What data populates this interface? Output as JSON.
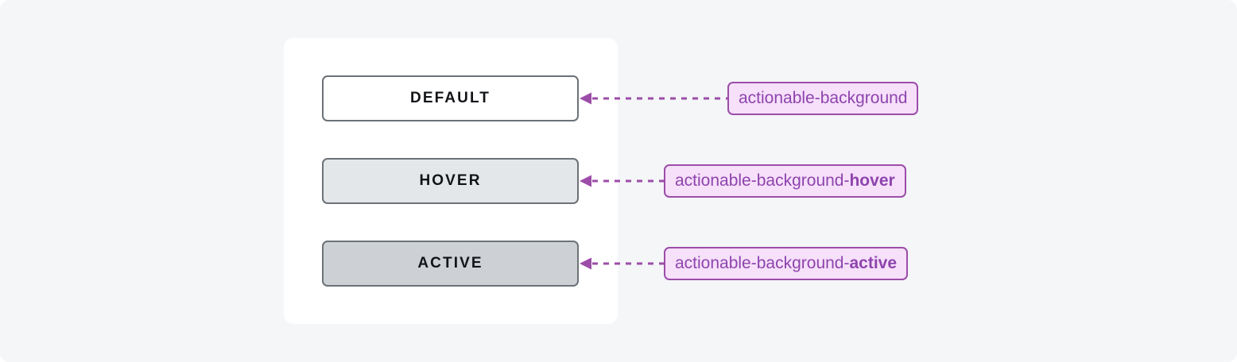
{
  "canvas": {
    "background_color": "#f4f6f8",
    "card_background_color": "#ffffff"
  },
  "colors": {
    "button_border": "#6c7278",
    "button_text": "#121417",
    "default_fill": "#ffffff",
    "hover_fill": "#e3e7ea",
    "active_fill": "#cdd1d5",
    "token_fill": "#f6e0fa",
    "token_border": "#9c4da8",
    "token_text": "#8e44ad",
    "connector": "#9c4da8"
  },
  "rows": [
    {
      "state": "default",
      "button_label": "DEFAULT",
      "token_prefix": "actionable-background",
      "token_suffix": ""
    },
    {
      "state": "hover",
      "button_label": "HOVER",
      "token_prefix": "actionable-background-",
      "token_suffix": "hover"
    },
    {
      "state": "active",
      "button_label": "ACTIVE",
      "token_prefix": "actionable-background-",
      "token_suffix": "active"
    }
  ]
}
